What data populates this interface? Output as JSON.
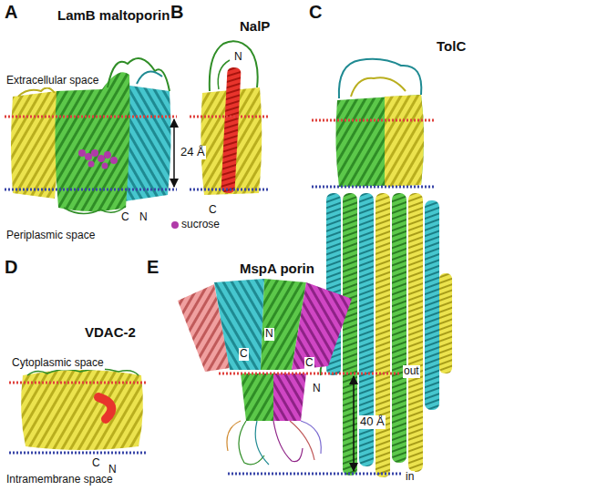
{
  "diagram": {
    "labels": [
      "A",
      "LamB maltoporin",
      "B",
      "NalP",
      "C",
      "TolC",
      "Extracellular space",
      "N",
      "24 Å",
      "C",
      "N",
      "Periplasmic space",
      "C",
      "C",
      "N",
      "D",
      "E",
      "MspA porin",
      "VDAC-2",
      "N",
      "C",
      "Cytoplasmic space",
      "out",
      "40 Å",
      "C",
      "N",
      "Intramembrane space",
      "in"
    ],
    "legend": [
      {
        "text": "sucrose",
        "color": "#b03aa8"
      }
    ]
  }
}
